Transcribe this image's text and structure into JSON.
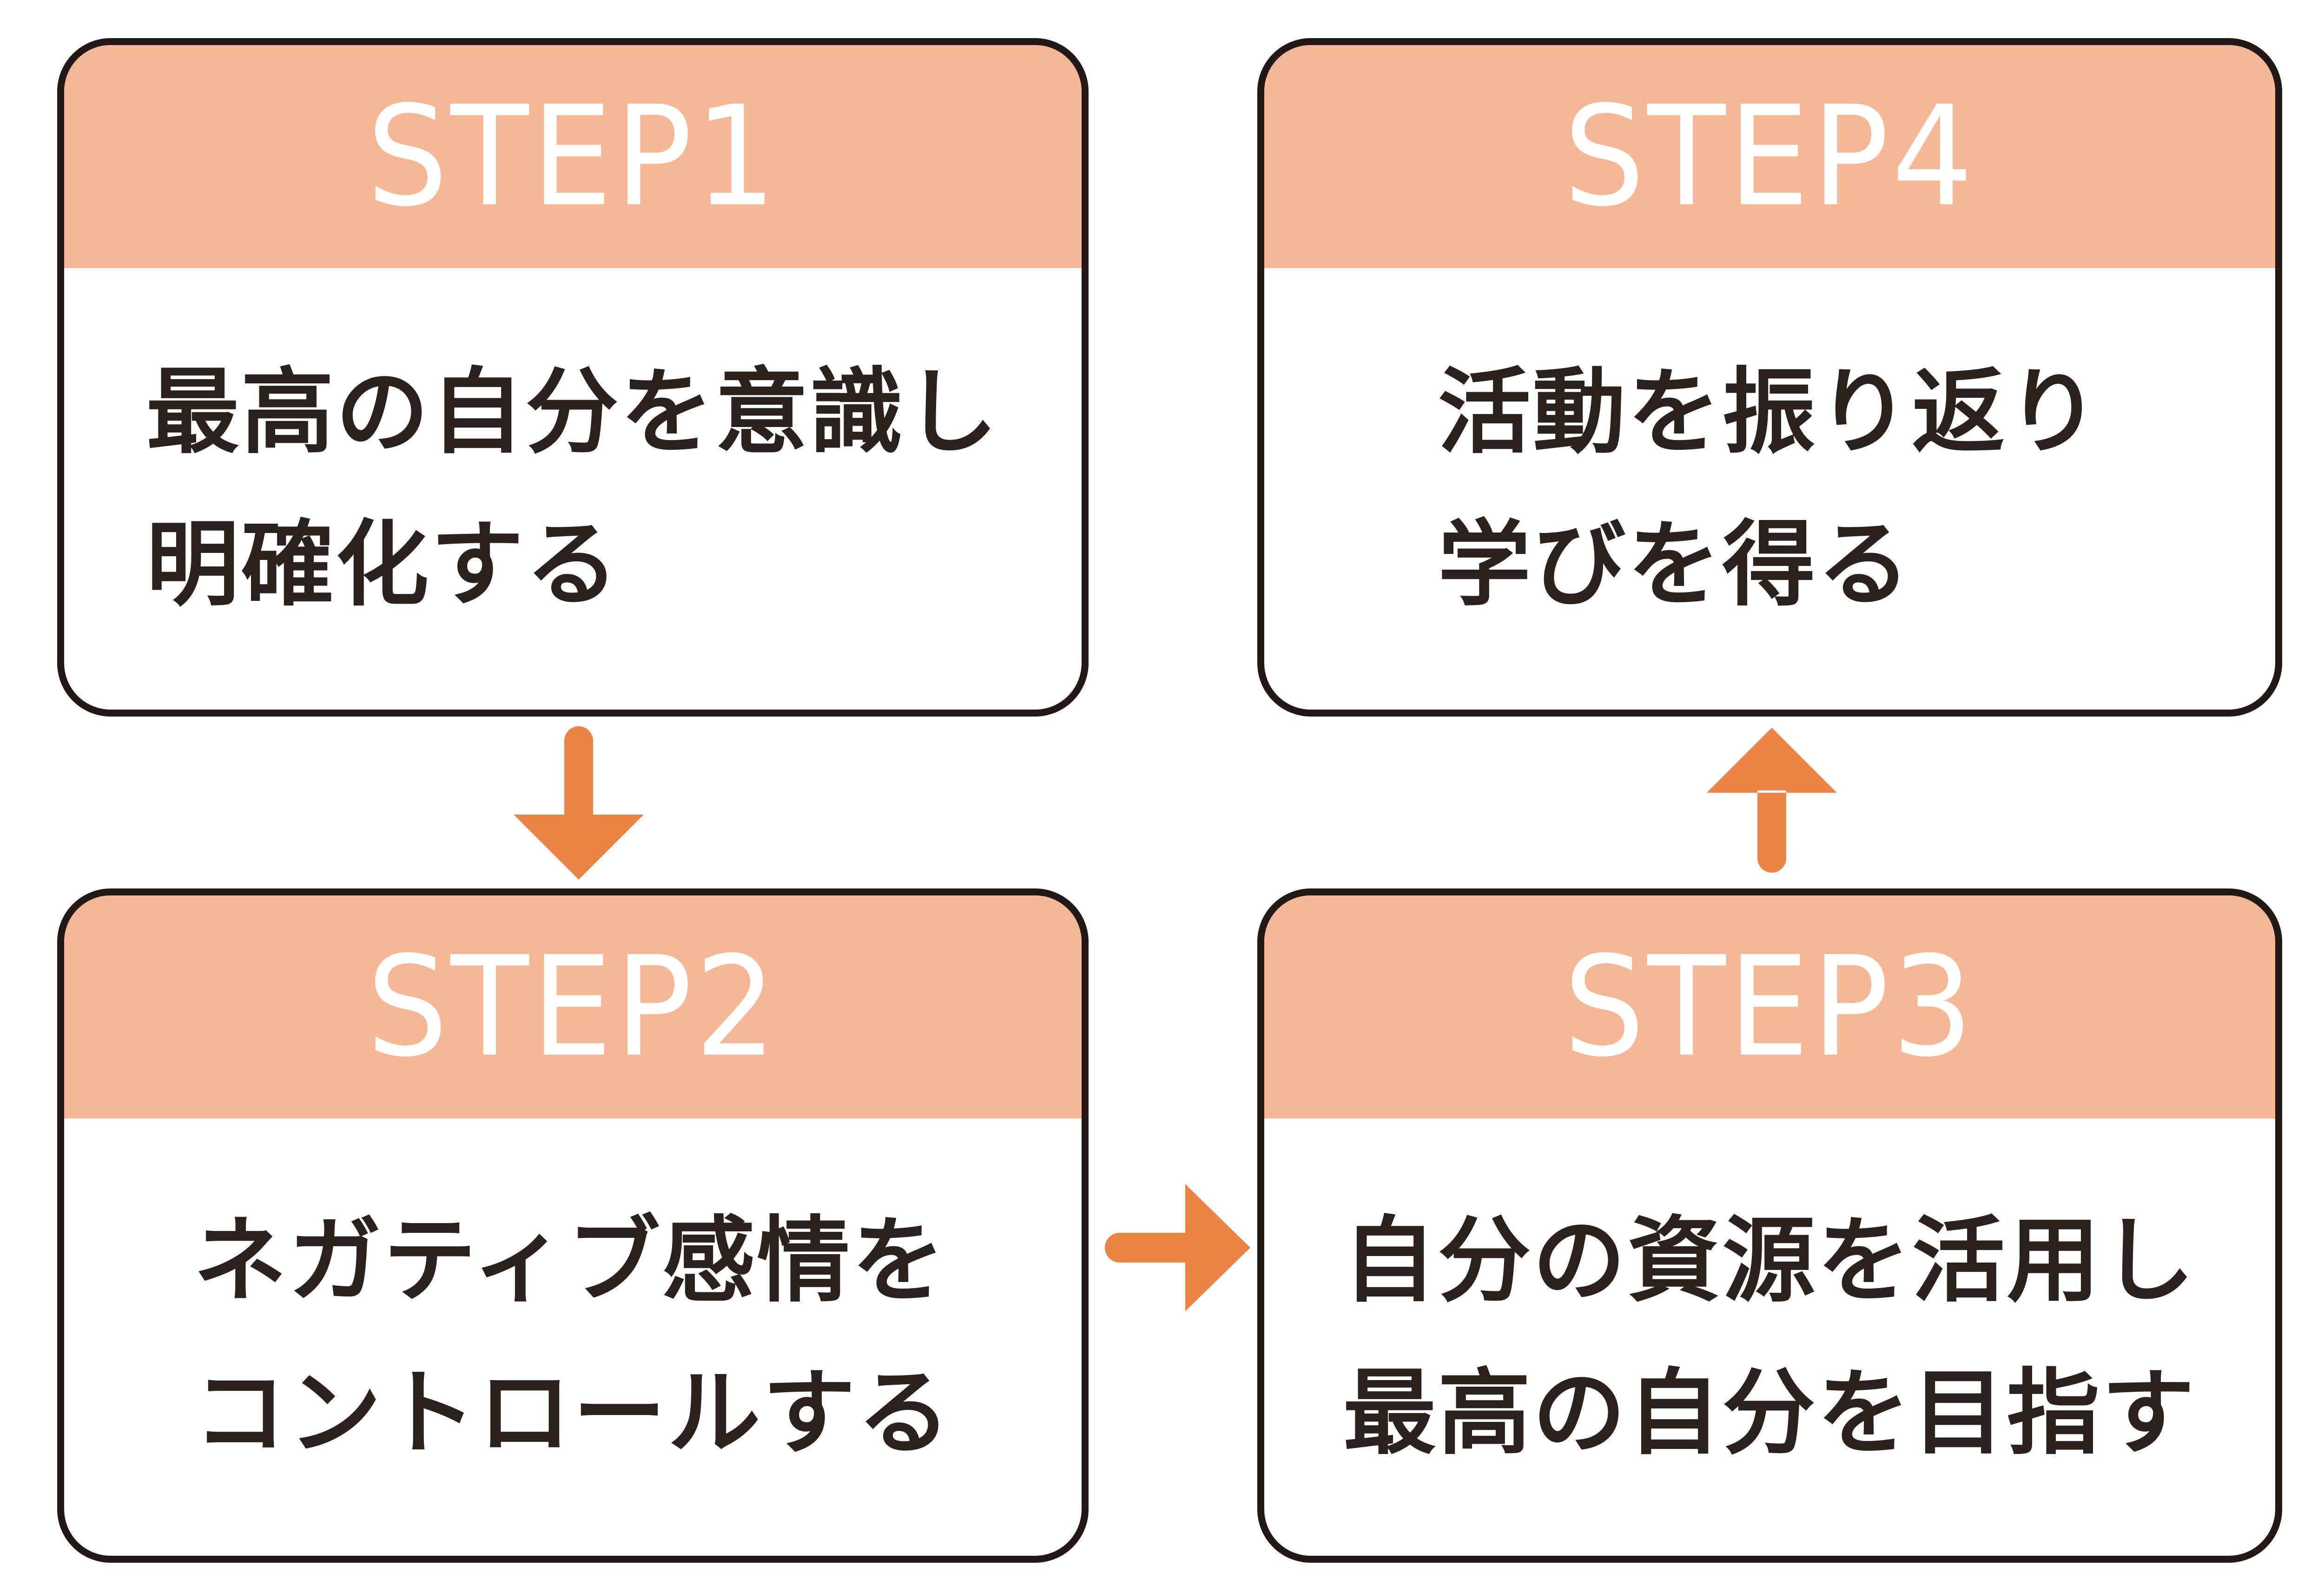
{
  "diagram": {
    "background_color": "#FFFFFF",
    "colors": {
      "header_fill": "#F5B795",
      "box_border": "#231815",
      "arrow": "#EC8347",
      "step_label_text": "#FFFFFF",
      "body_text": "#2B2220"
    },
    "steps": [
      {
        "label": "STEP1",
        "lines": [
          "最高の自分を意識し",
          "明確化する"
        ],
        "position": "top-left"
      },
      {
        "label": "STEP2",
        "lines": [
          "ネガティブ感情を",
          "コントロールする"
        ],
        "position": "bottom-left"
      },
      {
        "label": "STEP3",
        "lines": [
          "自分の資源を活用し",
          "最高の自分を目指す"
        ],
        "position": "bottom-right"
      },
      {
        "label": "STEP4",
        "lines": [
          "活動を振り返り",
          "学びを得る"
        ],
        "position": "top-right"
      }
    ],
    "arrows": [
      {
        "from": "STEP1",
        "to": "STEP2",
        "direction": "down"
      },
      {
        "from": "STEP2",
        "to": "STEP3",
        "direction": "right"
      },
      {
        "from": "STEP3",
        "to": "STEP4",
        "direction": "up"
      }
    ]
  }
}
